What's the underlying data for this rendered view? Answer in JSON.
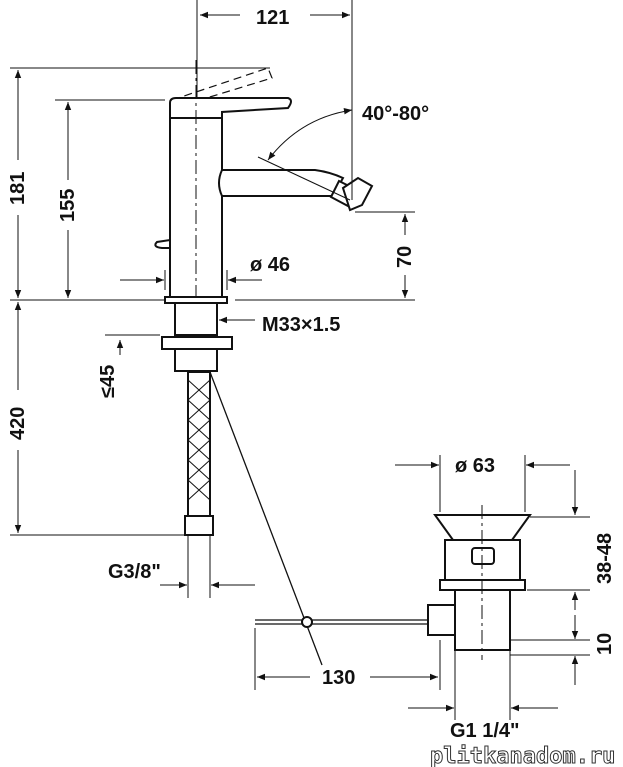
{
  "title": "Bidet mixer dimension drawing",
  "dimensions": {
    "width_121": "121",
    "height_181": "181",
    "height_155": "155",
    "angle": "40°-80°",
    "height_70": "70",
    "diameter_46": "ø 46",
    "thread_m33": "M33×1.5",
    "max_45": "≤45",
    "hose_420": "420",
    "thread_g38": "G3/8\"",
    "rod_130": "130",
    "diameter_63": "ø 63",
    "range_38_48": "38-48",
    "height_10": "10",
    "thread_g114": "G1 1/4\""
  },
  "watermark": "plitkanadom.ru"
}
